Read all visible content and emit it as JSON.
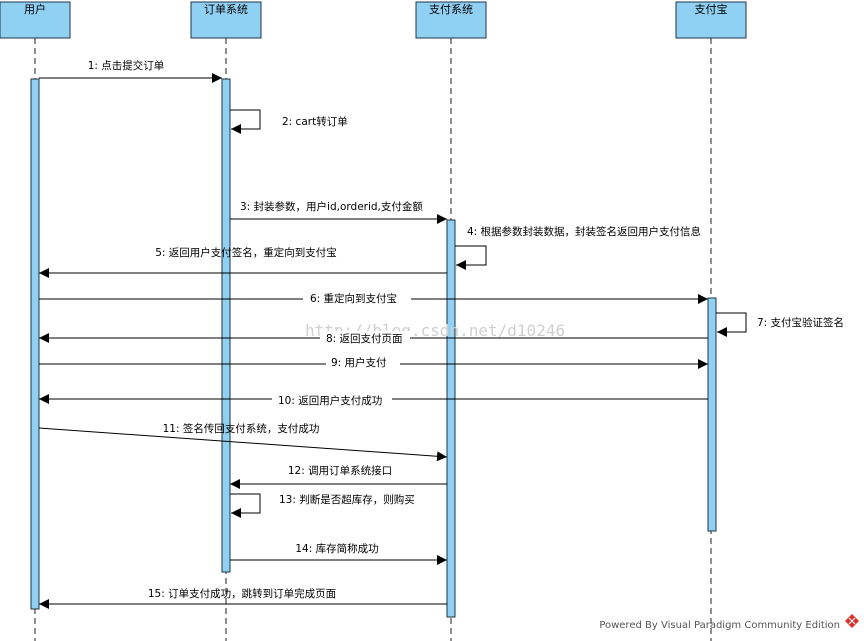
{
  "diagram": {
    "participants": [
      "用户",
      "订单系统",
      "支付系统",
      "支付宝"
    ],
    "messages": [
      {
        "label": "1: 点击提交订单"
      },
      {
        "label": "2: cart转订单"
      },
      {
        "label": "3: 封装参数，用户id,orderid,支付金额"
      },
      {
        "label": "4: 根据参数封装数据，封装签名返回用户支付信息"
      },
      {
        "label": "5: 返回用户支付签名，重定向到支付宝"
      },
      {
        "label": "6: 重定向到支付宝"
      },
      {
        "label": "7: 支付宝验证签名"
      },
      {
        "label": "8: 返回支付页面"
      },
      {
        "label": "9: 用户支付"
      },
      {
        "label": "10: 返回用户支付成功"
      },
      {
        "label": "11: 签名传回支付系统，支付成功"
      },
      {
        "label": "12: 调用订单系统接口"
      },
      {
        "label": "13: 判断是否超库存，则购买"
      },
      {
        "label": "14: 库存简称成功"
      },
      {
        "label": "15: 订单支付成功，跳转到订单完成页面"
      }
    ],
    "watermark": "http://blog.csdn.net/d10246",
    "footer": "Powered By Visual Paradigm Community Edition",
    "colors": {
      "lifeline_fill": "#8fd0f3",
      "logo": "#d9302b"
    }
  }
}
